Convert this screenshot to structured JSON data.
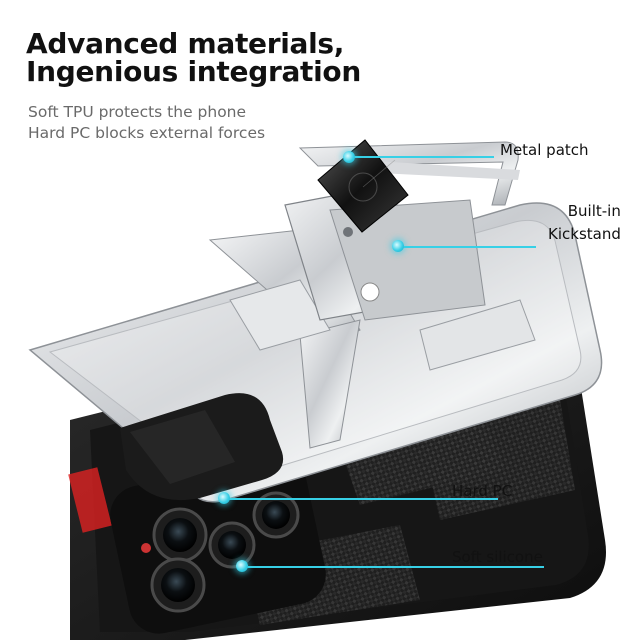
{
  "headline": {
    "line1": "Advanced materials,",
    "line2": "Ingenious integration"
  },
  "subtitle": {
    "line1": "Soft TPU protects the phone",
    "line2": "Hard PC blocks external forces"
  },
  "callouts": {
    "metal_patch": "Metal patch",
    "kickstand_line1": "Built-in",
    "kickstand_line2": "Kickstand",
    "hard_pc": "Hard PC",
    "soft_silicone": "Soft silicone"
  },
  "colors": {
    "accent": "#37d0e6",
    "frame_silver": "#d7d9dc",
    "case_black": "#1a1a1a"
  }
}
